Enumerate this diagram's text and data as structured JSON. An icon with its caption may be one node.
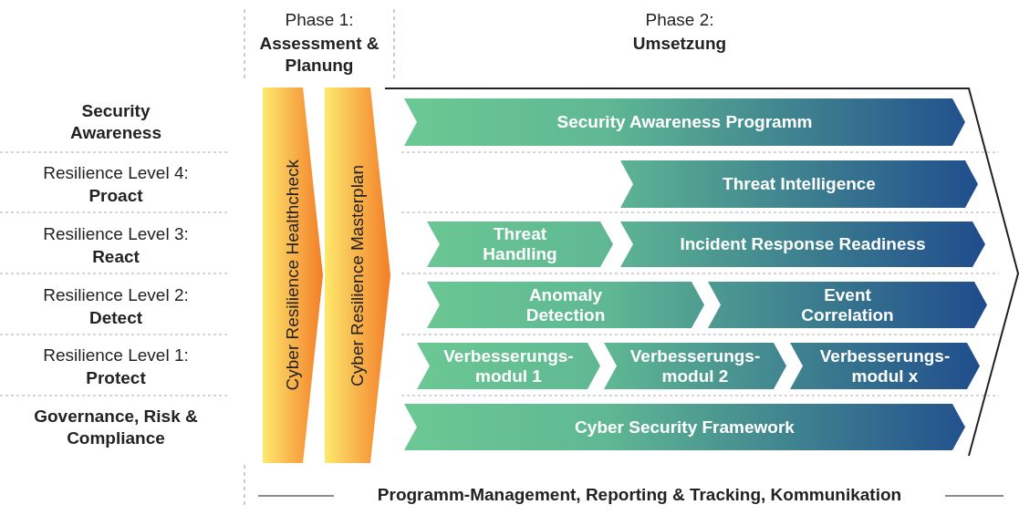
{
  "diagram": {
    "nodes": [
      {
        "text": [
          "Cyber Resilience Healthcheck"
        ]
      },
      {
        "text": [
          "Cyber Resilience Masterplan"
        ]
      },
      {
        "text": [
          "Security Awareness Programm"
        ]
      },
      {
        "text": [
          "Threat Intelligence"
        ]
      },
      {
        "text": [
          "Threat Handling"
        ]
      },
      {
        "text": [
          "Incident Response Readiness"
        ]
      },
      {
        "text": [
          "Anomaly Detection"
        ]
      },
      {
        "text": [
          "Event Correlation"
        ]
      },
      {
        "text": [
          "Verbesserungs- modul 1"
        ]
      },
      {
        "text": [
          "Verbesserungs- modul 2"
        ]
      },
      {
        "text": [
          "Verbesserungs- modul x"
        ]
      },
      {
        "text": [
          "Cyber Security Framework"
        ]
      }
    ],
    "labels": [
      "Phase 1:",
      "Assessment & Planung",
      "Phase 2:",
      "Umsetzung",
      "Security Awareness",
      "Resilience Level 4:",
      "Proact",
      "Resilience Level 3:",
      "React",
      "Resilience Level 2:",
      "Detect",
      "Resilience Level 1:",
      "Protect",
      "Governance, Risk & Compliance",
      "Programm-Management, Reporting & Tracking, Kommunikation"
    ]
  }
}
